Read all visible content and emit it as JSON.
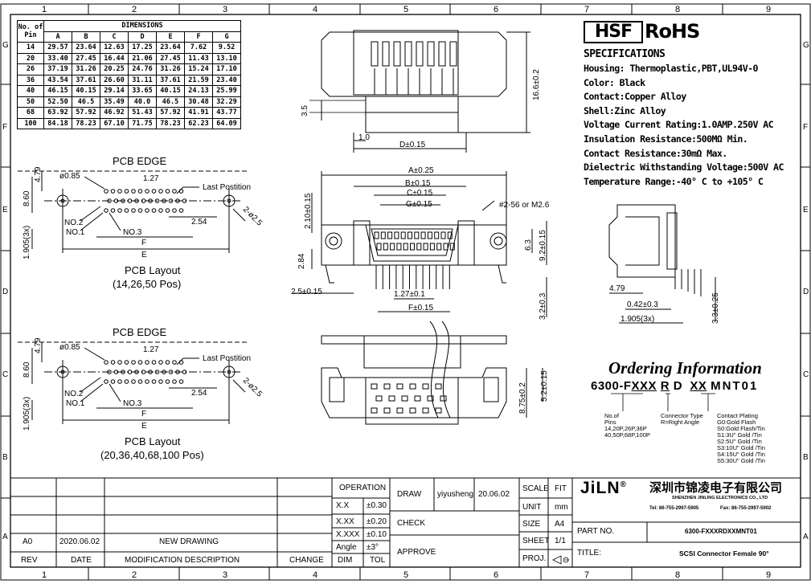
{
  "border": {
    "columns": [
      "1",
      "2",
      "3",
      "4",
      "5",
      "6",
      "7",
      "8",
      "9"
    ],
    "rows": [
      "G",
      "F",
      "E",
      "D",
      "C",
      "B",
      "A"
    ]
  },
  "dim_table": {
    "header_left_top": "No. of",
    "header_left_bottom": "Pin",
    "header_group": "DIMENSIONS",
    "columns": [
      "A",
      "B",
      "C",
      "D",
      "E",
      "F",
      "G"
    ],
    "rows": [
      [
        "14",
        "29.57",
        "23.64",
        "12.63",
        "17.25",
        "23.64",
        "7.62",
        "9.52"
      ],
      [
        "20",
        "33.40",
        "27.45",
        "16.44",
        "21.06",
        "27.45",
        "11.43",
        "13.10"
      ],
      [
        "26",
        "37.19",
        "31.26",
        "20.25",
        "24.76",
        "31.26",
        "15.24",
        "17.10"
      ],
      [
        "36",
        "43.54",
        "37.61",
        "26.60",
        "31.11",
        "37.61",
        "21.59",
        "23.40"
      ],
      [
        "40",
        "46.15",
        "40.15",
        "29.14",
        "33.65",
        "40.15",
        "24.13",
        "25.99"
      ],
      [
        "50",
        "52.50",
        "46.5",
        "35.49",
        "40.0",
        "46.5",
        "30.48",
        "32.29"
      ],
      [
        "68",
        "63.92",
        "57.92",
        "46.92",
        "51.43",
        "57.92",
        "41.91",
        "43.77"
      ],
      [
        "100",
        "84.18",
        "78.23",
        "67.10",
        "71.75",
        "78.23",
        "62.23",
        "64.09"
      ]
    ]
  },
  "pcb1": {
    "edge_label": "PCB EDGE",
    "layout_label": "PCB Layout",
    "pos_label": "(14,26,50 Pos)",
    "d_hole": "ø0.85",
    "pitch": "1.27",
    "last_position": "Last Postition",
    "d_mount": "2-ø2.5",
    "dim_254": "2.54",
    "no2": "NO.2",
    "no1": "NO.1",
    "no3": "NO.3",
    "f": "F",
    "e": "E",
    "d860": "8.60",
    "d479": "4.79",
    "d1905": "1.905(3x)"
  },
  "pcb2": {
    "edge_label": "PCB EDGE",
    "layout_label": "PCB Layout",
    "pos_label": "(20,36,40,68,100 Pos)",
    "d_hole": "ø0.85",
    "pitch": "1.27",
    "last_position": "Last Postition",
    "d_mount": "2-ø2.5",
    "dim_254": "2.54",
    "no2": "NO.2",
    "no1": "NO.1",
    "no3": "NO.3",
    "f": "F",
    "e": "E",
    "d860": "8.60",
    "d479": "4.79",
    "d1905": "1.905(3x)"
  },
  "top_view": {
    "d35": "3.5",
    "d10": "1.0",
    "d": "D±0.15",
    "h": "16.6±0.2"
  },
  "front_view": {
    "a": "A±0.25",
    "b": "B±0.15",
    "c": "C±0.15",
    "g": "G±0.15",
    "screw": "#2-56 or M2.6",
    "d210": "2.10±0.15",
    "d284": "2.84",
    "d25": "2.5±0.15",
    "d63": "6.3",
    "d92": "9.2±0.15",
    "d127": "1.27±0.1",
    "f": "F±0.15",
    "d32": "3.2±0.3"
  },
  "bottom_view": {
    "d875": "8.75±0.2",
    "d52": "5.2±0.15"
  },
  "side_view": {
    "d479": "4.79",
    "d042": "0.42±0.3",
    "d1905": "1.905(3x)",
    "d33": "3.3±0.25"
  },
  "logos": {
    "hsf": "HSF",
    "rohs": "RoHS"
  },
  "specs": {
    "title": "SPECIFICATIONS",
    "lines": [
      "Housing: Thermoplastic,PBT,UL94V-0",
      "Color: Black",
      "Contact:Copper Alloy",
      "Shell:Zinc Alloy",
      "Voltage Current Rating:1.0AMP.250V AC",
      "Insulation Resistance:500MΩ  Min.",
      "Contact Resistance:30mΩ  Max.",
      "Dielectric Withstanding Voltage:500V AC",
      "Temperature Range:-40° C to +105° C"
    ]
  },
  "ordering": {
    "title": "Ordering Information",
    "code_prefix": "6300-F",
    "code_xxx": "XXX",
    "code_r": "R",
    "code_d": "D",
    "code_xx": "XX",
    "code_suffix": "MNT01",
    "pins_title": "No.of",
    "pins_title2": "Pins",
    "pins_l1": "14,20P,26P,36P",
    "pins_l2": "40,50P,68P,100P",
    "type_title": "Connector Type",
    "type_l1": "R=Right Angle",
    "plating_title": "Contact  Plating",
    "plating": [
      "G0:Gold  Flash",
      "S0:Gold  Flash/Tin",
      "S1:3U\"  Gold  /Tin",
      "S2:5U\"  Gold  /Tin",
      "S3:10U\"  Gold  /Tin",
      "S4:15U\"  Gold  /Tin",
      "S5:30U\"  Gold  /Tin"
    ]
  },
  "title_block": {
    "rev_row": {
      "rev": "A0",
      "date": "2020.06.02",
      "desc": "NEW DRAWING"
    },
    "hdr_rev": "REV",
    "hdr_date": "DATE",
    "hdr_desc": "MODIFICATION  DESCRIPTION",
    "hdr_change": "CHANGE",
    "operation": "OPERATION",
    "tol_rows": [
      [
        "X.X",
        "±0.30"
      ],
      [
        "X.XX",
        "±0.20"
      ],
      [
        "X.XXX",
        "±0.10"
      ],
      [
        "Angle",
        "±3°"
      ]
    ],
    "hdr_dim": "DIM",
    "hdr_tol": "TOL",
    "draw": "DRAW",
    "drawer": "yiyusheng",
    "draw_date": "20.06.02",
    "check": "CHECK",
    "approve": "APPROVE",
    "scale": "SCALE",
    "scale_val": "FIT",
    "unit": "UNIT",
    "unit_val": "mm",
    "size": "SIZE",
    "size_val": "A4",
    "sheet": "SHEET",
    "sheet_val": "1/1",
    "proj": "PROJ.",
    "brand": "JiLN",
    "reg": "®",
    "company_cn": "深圳市锦凌电子有限公司",
    "company_en": "SHENZHEN JINLING ELECTRONICS CO., LTD",
    "tel": "Tel: 86-755-2997-5905",
    "fax": "Fax: 86-755-2997-5902",
    "part_no_label": "PART NO.",
    "part_no": "6300-FXXXRDXXMNT01",
    "title_label": "TITLE:",
    "title": "SCSI Connector Female 90°",
    "row_a": "A"
  }
}
